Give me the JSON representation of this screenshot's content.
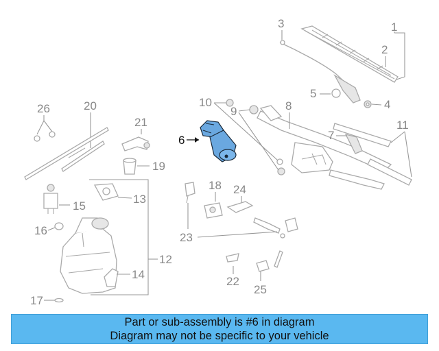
{
  "callouts": {
    "c1": "1",
    "c2": "2",
    "c3": "3",
    "c4": "4",
    "c5": "5",
    "c6": "6",
    "c7": "7",
    "c8": "8",
    "c9": "9",
    "c10": "10",
    "c11": "11",
    "c12": "12",
    "c13": "13",
    "c14": "14",
    "c15": "15",
    "c16": "16",
    "c17": "17",
    "c18": "18",
    "c19": "19",
    "c20": "20",
    "c21": "21",
    "c22": "22",
    "c23": "23",
    "c24": "24",
    "c25": "25",
    "c26": "26"
  },
  "highlight": {
    "part_number": "6",
    "color": "#6aa8e0"
  },
  "banner": {
    "line1": "Part or sub-assembly is #6 in diagram",
    "line2": "Diagram may not be specific to your vehicle",
    "background": "#5ab8f0"
  }
}
